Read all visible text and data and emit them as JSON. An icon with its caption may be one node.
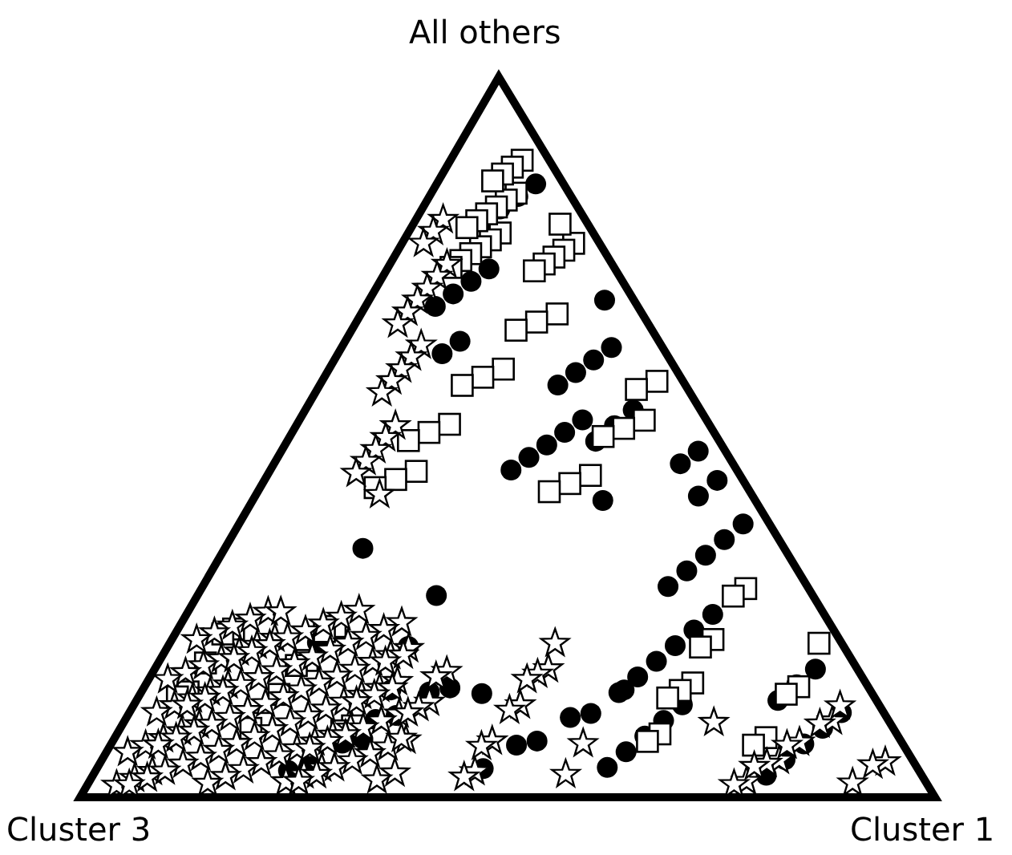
{
  "diagram": {
    "labels": [
      "All others",
      "Cluster 3",
      "Cluster 1"
    ]
  }
}
